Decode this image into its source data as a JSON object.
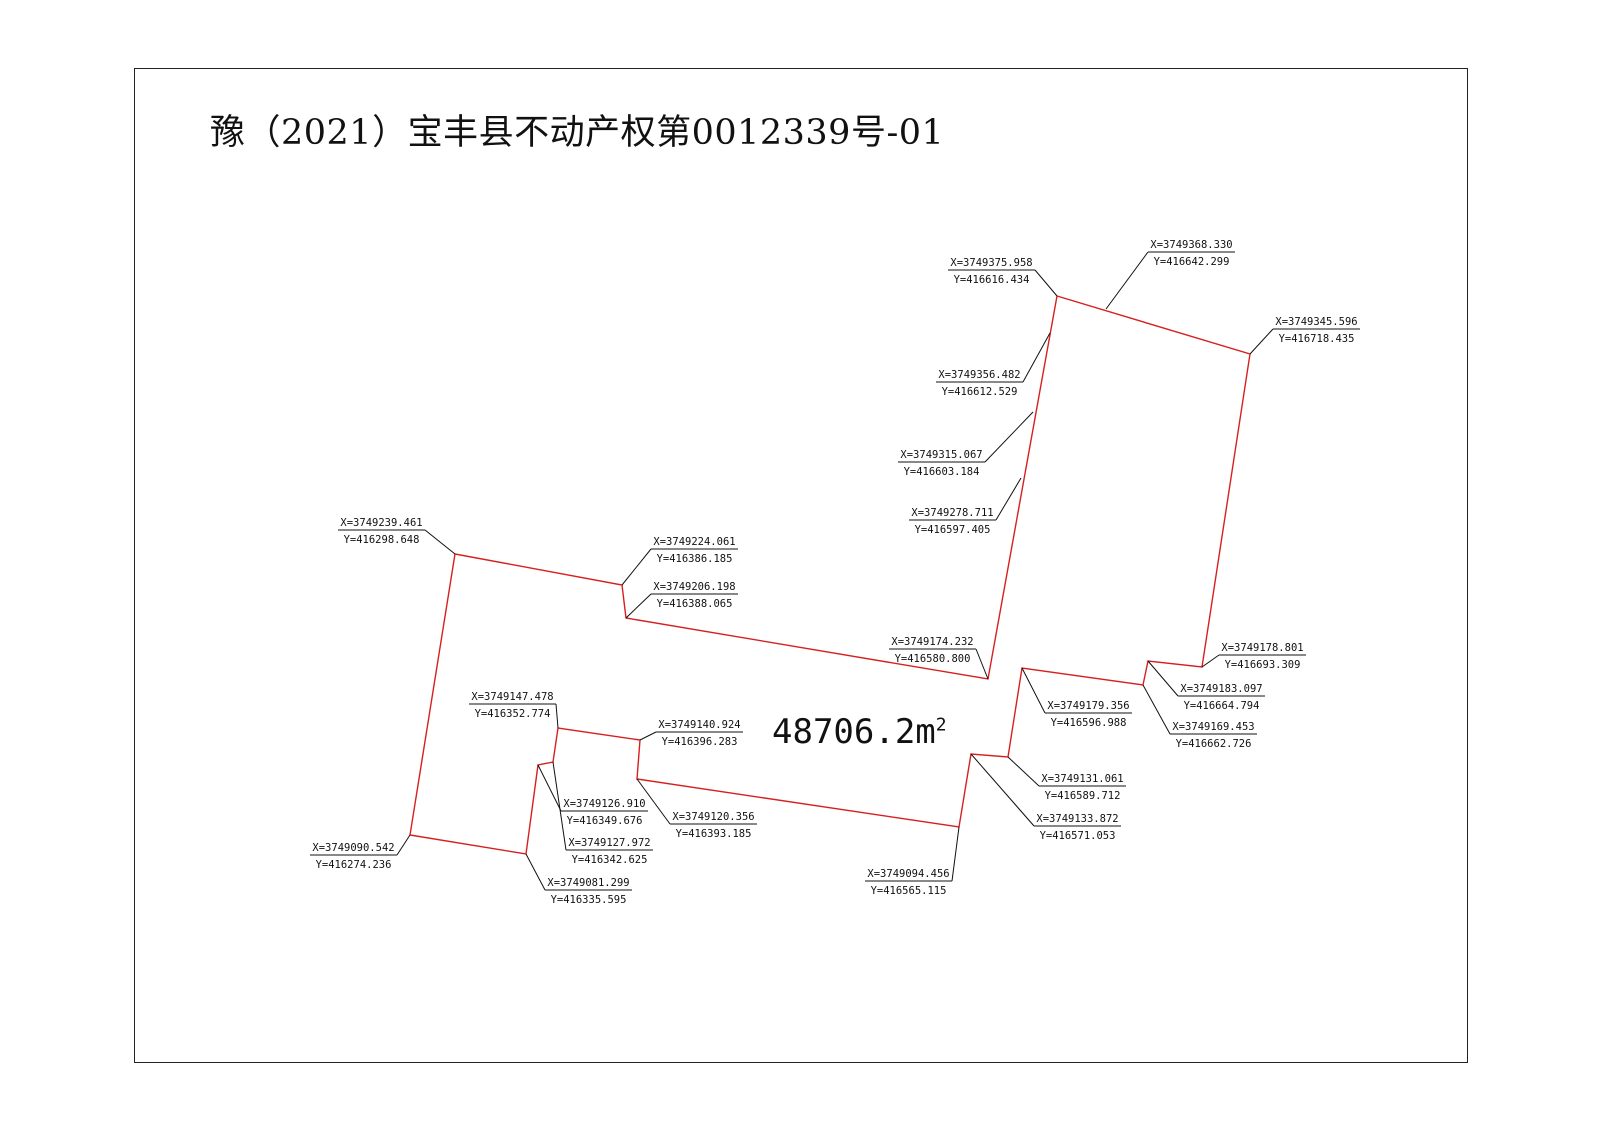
{
  "title": "豫（2021）宝丰县不动产权第0012339号-01",
  "area": {
    "value": "48706.2",
    "unit": "m",
    "sup": "2"
  },
  "colors": {
    "boundary": "#d62020",
    "leader": "#111111",
    "frame": "#222222"
  },
  "coordinates": [
    {
      "x": "X=3749375.958",
      "y": "Y=416616.434"
    },
    {
      "x": "X=3749368.330",
      "y": "Y=416642.299"
    },
    {
      "x": "X=3749345.596",
      "y": "Y=416718.435"
    },
    {
      "x": "X=3749356.482",
      "y": "Y=416612.529"
    },
    {
      "x": "X=3749315.067",
      "y": "Y=416603.184"
    },
    {
      "x": "X=3749278.711",
      "y": "Y=416597.405"
    },
    {
      "x": "X=3749239.461",
      "y": "Y=416298.648"
    },
    {
      "x": "X=3749224.061",
      "y": "Y=416386.185"
    },
    {
      "x": "X=3749206.198",
      "y": "Y=416388.065"
    },
    {
      "x": "X=3749174.232",
      "y": "Y=416580.800"
    },
    {
      "x": "X=3749178.801",
      "y": "Y=416693.309"
    },
    {
      "x": "X=3749183.097",
      "y": "Y=416664.794"
    },
    {
      "x": "X=3749179.356",
      "y": "Y=416596.988"
    },
    {
      "x": "X=3749169.453",
      "y": "Y=416662.726"
    },
    {
      "x": "X=3749147.478",
      "y": "Y=416352.774"
    },
    {
      "x": "X=3749140.924",
      "y": "Y=416396.283"
    },
    {
      "x": "X=3749131.061",
      "y": "Y=416589.712"
    },
    {
      "x": "X=3749126.910",
      "y": "Y=416349.676"
    },
    {
      "x": "X=3749120.356",
      "y": "Y=416393.185"
    },
    {
      "x": "X=3749133.872",
      "y": "Y=416571.053"
    },
    {
      "x": "X=3749127.972",
      "y": "Y=416342.625"
    },
    {
      "x": "X=3749090.542",
      "y": "Y=416274.236"
    },
    {
      "x": "X=3749094.456",
      "y": "Y=416565.115"
    },
    {
      "x": "X=3749081.299",
      "y": "Y=416335.595"
    }
  ]
}
